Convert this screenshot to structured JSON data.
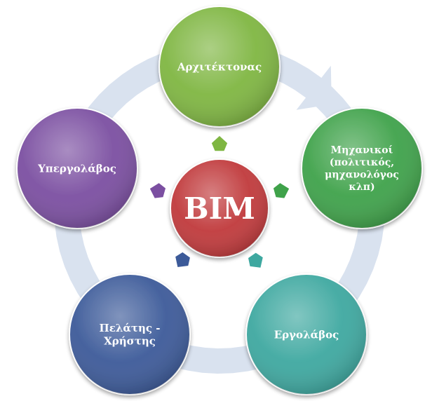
{
  "diagram": {
    "center": {
      "label": "BIM",
      "color": "#c0393b"
    },
    "cycle_arrow_color": "#d9e2ef",
    "nodes": [
      {
        "id": "architect",
        "lines": [
          "Αρχιτέκτονας"
        ],
        "color": "#7fb642"
      },
      {
        "id": "engineers",
        "lines": [
          "Μηχανικοί",
          "(πολιτικός,",
          "μηχανολόγος",
          "κλπ)"
        ],
        "color": "#3fa24a"
      },
      {
        "id": "contractor",
        "lines": [
          "Εργολάβος"
        ],
        "color": "#3ea8a0"
      },
      {
        "id": "client",
        "lines": [
          "Πελάτης -",
          "Χρήστης"
        ],
        "color": "#3c5a99"
      },
      {
        "id": "subcontractor",
        "lines": [
          "Υπεργολάβος"
        ],
        "color": "#7b4fa1"
      }
    ]
  }
}
